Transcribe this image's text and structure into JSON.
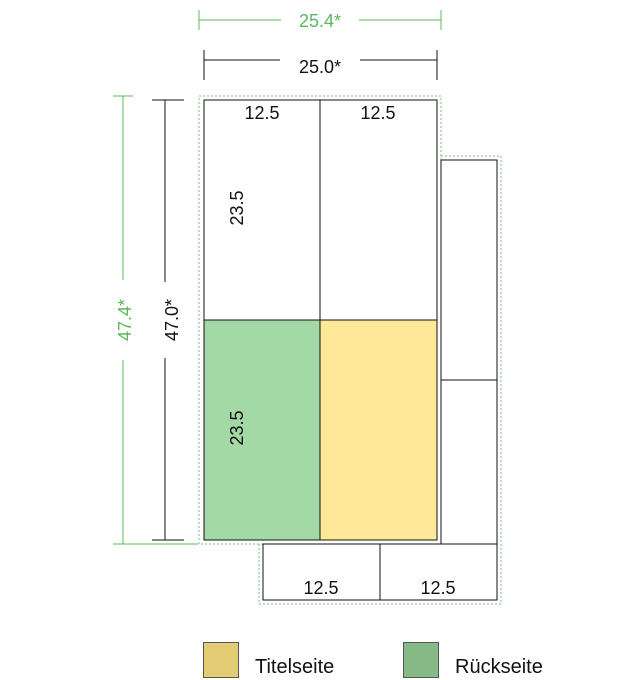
{
  "dimensions": {
    "outer_width": "25.4*",
    "inner_width": "25.0*",
    "outer_height": "47.4*",
    "inner_height": "47.0*"
  },
  "panels": {
    "top_left_width": "12.5",
    "top_right_width": "12.5",
    "upper_height": "23.5",
    "lower_height": "23.5",
    "flap_bottom_left": "12.5",
    "flap_bottom_right": "12.5"
  },
  "legend": {
    "front_label": "Titelseite",
    "back_label": "Rückseite"
  },
  "colors": {
    "outer_dimension": "#5cb85c",
    "inner_dimension": "#111111",
    "front_fill": "#ffe999",
    "back_fill": "#a3d9a5",
    "front_legend": "#e3cc74",
    "back_legend": "#86b985"
  }
}
